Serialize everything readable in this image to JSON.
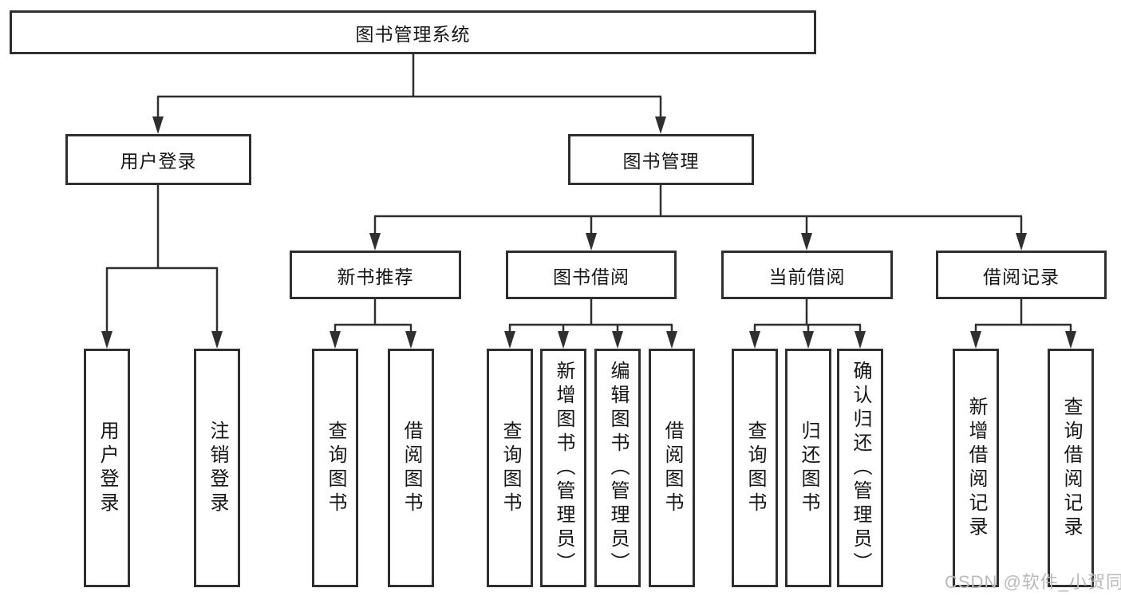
{
  "diagram": {
    "root": {
      "label": "图书管理系统"
    },
    "level1": [
      {
        "label": "用户登录"
      },
      {
        "label": "图书管理"
      }
    ],
    "level2": [
      {
        "label": "新书推荐"
      },
      {
        "label": "图书借阅"
      },
      {
        "label": "当前借阅"
      },
      {
        "label": "借阅记录"
      }
    ],
    "user_login_children": [
      {
        "label": "用户登录"
      },
      {
        "label": "注销登录"
      }
    ],
    "new_book_children": [
      {
        "label": "查询图书"
      },
      {
        "label": "借阅图书"
      }
    ],
    "book_borrow_children": [
      {
        "label": "查询图书"
      },
      {
        "label": "新增图书（管理员）"
      },
      {
        "label": "编辑图书（管理员）"
      },
      {
        "label": "借阅图书"
      }
    ],
    "current_borrow_children": [
      {
        "label": "查询图书"
      },
      {
        "label": "归还图书"
      },
      {
        "label": "确认归还（管理员）"
      }
    ],
    "borrow_record_children": [
      {
        "label": "新增借阅记录"
      },
      {
        "label": "查询借阅记录"
      }
    ]
  },
  "watermark": {
    "text": "CSDN @软件_小贺同学"
  },
  "colors": {
    "line": "#2f2f2f",
    "box_border": "#2f2f2f",
    "box_fill": "#ffffff",
    "text": "#161616",
    "watermark": "#b9b9b9",
    "background": "#ffffff"
  }
}
